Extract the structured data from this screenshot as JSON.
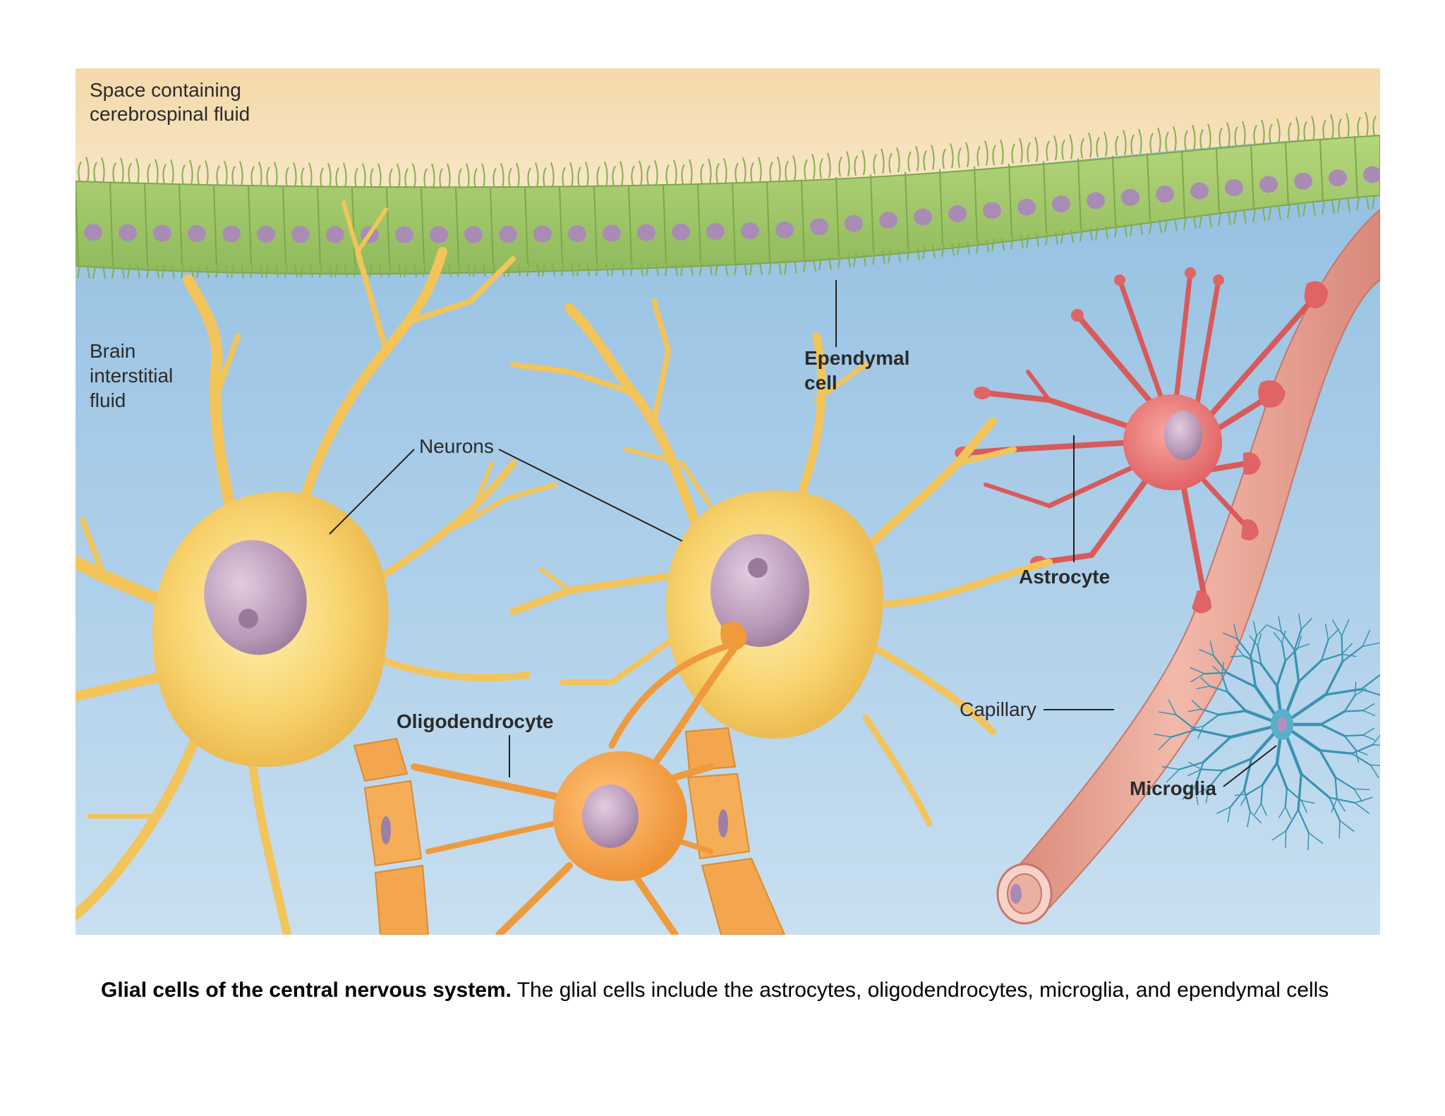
{
  "labels": {
    "csf_space": [
      "Space containing",
      "cerebrospinal fluid"
    ],
    "interstitial": [
      "Brain",
      "interstitial",
      "fluid"
    ],
    "neurons": "Neurons",
    "ependymal": [
      "Ependymal",
      "cell"
    ],
    "astrocyte": "Astrocyte",
    "oligodendrocyte": "Oligodendrocyte",
    "capillary": "Capillary",
    "microglia": "Microglia"
  },
  "caption": {
    "title": "Glial cells of the central nervous system.",
    "text": " The glial cells include the astrocytes, oligodendrocytes, microglia, and ependymal cells"
  },
  "colors": {
    "csf": "#f5dfb4",
    "interstitial": "#a9cce6",
    "ependymal": "#9fc46a",
    "neuron": "#f5c95c",
    "astrocyte": "#e76a6a",
    "oligodendrocyte": "#f0a04a",
    "capillary": "#e7a08e",
    "microglia": "#3f9bb8",
    "nucleus": "#b79ab8"
  }
}
